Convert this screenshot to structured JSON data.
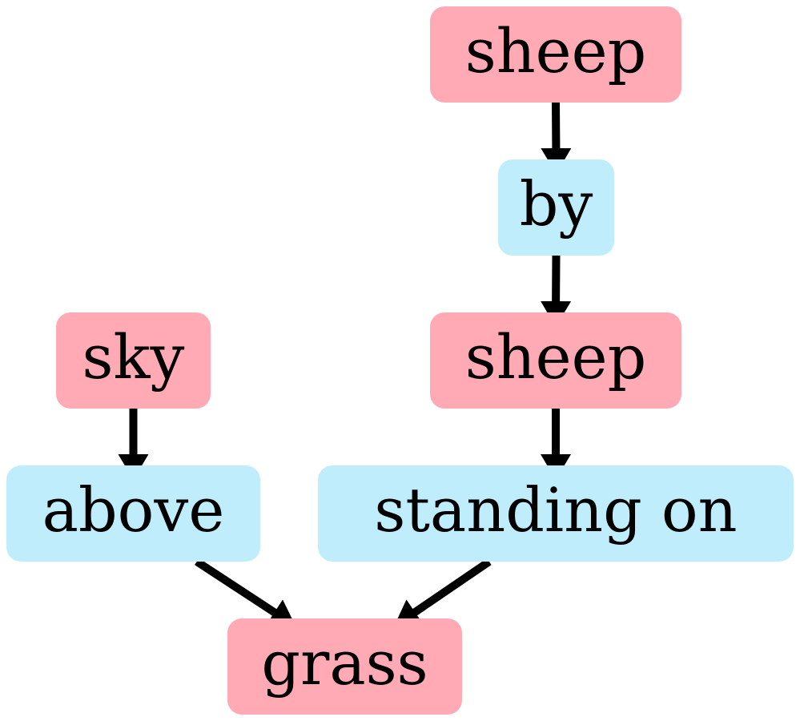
{
  "colors": {
    "object": "#ffaab5",
    "relation": "#c0edfc",
    "edge": "#000000",
    "background": "#ffffff"
  },
  "nodes": {
    "sheep_top": {
      "label": "sheep",
      "kind": "object"
    },
    "by": {
      "label": "by",
      "kind": "relation"
    },
    "sheep_mid": {
      "label": "sheep",
      "kind": "object"
    },
    "standing_on": {
      "label": "standing on",
      "kind": "relation"
    },
    "sky": {
      "label": "sky",
      "kind": "object"
    },
    "above": {
      "label": "above",
      "kind": "relation"
    },
    "grass": {
      "label": "grass",
      "kind": "object"
    }
  },
  "edges": [
    {
      "from": "sheep_top",
      "to": "by"
    },
    {
      "from": "by",
      "to": "sheep_mid"
    },
    {
      "from": "sheep_mid",
      "to": "standing_on"
    },
    {
      "from": "sky",
      "to": "above"
    },
    {
      "from": "above",
      "to": "grass"
    },
    {
      "from": "standing_on",
      "to": "grass"
    }
  ]
}
